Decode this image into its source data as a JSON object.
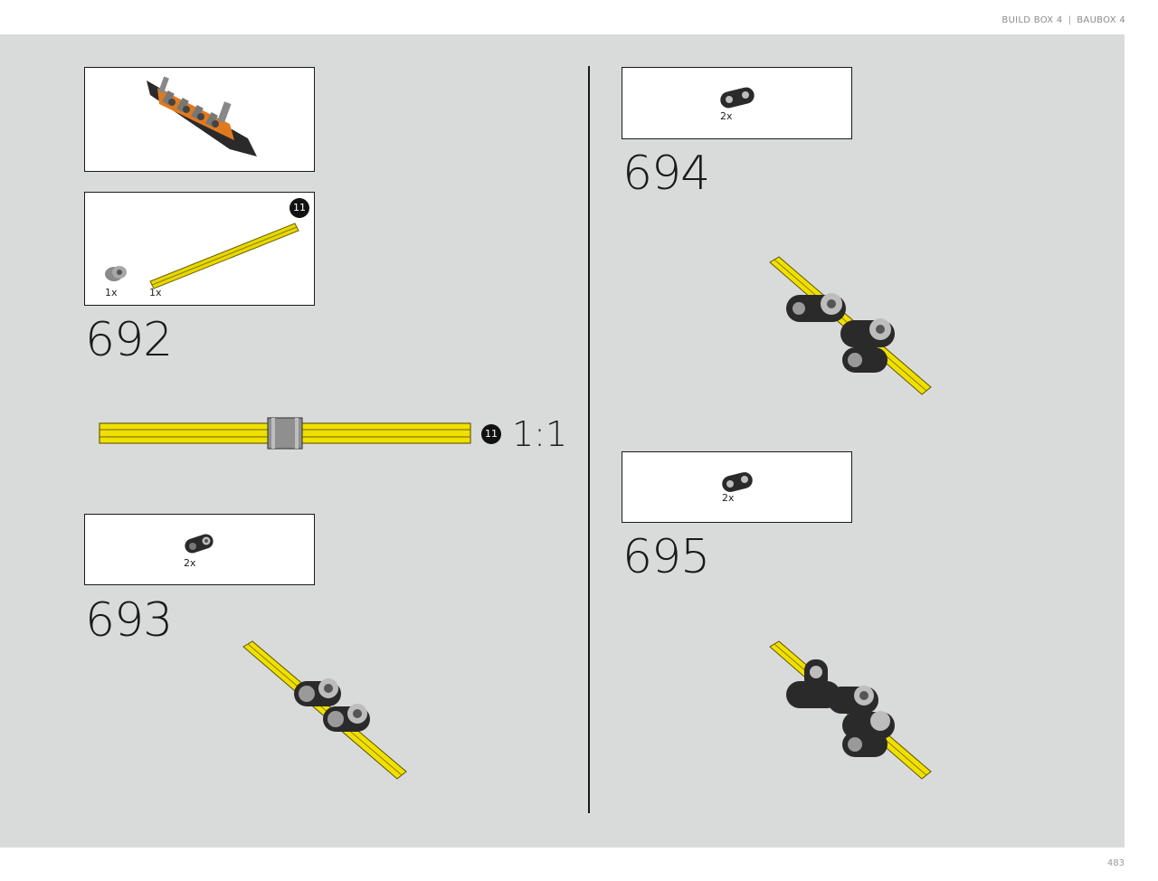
{
  "header": {
    "left": "BUILD BOX 4",
    "separator": "|",
    "right": "BAUBOX 4"
  },
  "page_number": "483",
  "steps": {
    "692": {
      "number": "692",
      "parts": [
        {
          "qty": "1x",
          "icon": "axle-connector-icon"
        },
        {
          "qty": "1x",
          "icon": "yellow-axle-11-icon"
        }
      ],
      "axle_badge": "11",
      "scale_badge": "11",
      "scale_label": "1:1"
    },
    "693": {
      "number": "693",
      "parts": [
        {
          "qty": "2x",
          "icon": "black-beam-connector-icon"
        }
      ]
    },
    "694": {
      "number": "694",
      "parts": [
        {
          "qty": "2x",
          "icon": "black-beam-2-icon"
        }
      ]
    },
    "695": {
      "number": "695",
      "parts": [
        {
          "qty": "2x",
          "icon": "black-beam-2-icon"
        }
      ]
    }
  },
  "colors": {
    "background": "#d9dbda",
    "axle_yellow": "#f0e000",
    "beam_black": "#2a2a2a",
    "orange": "#e07a20"
  }
}
